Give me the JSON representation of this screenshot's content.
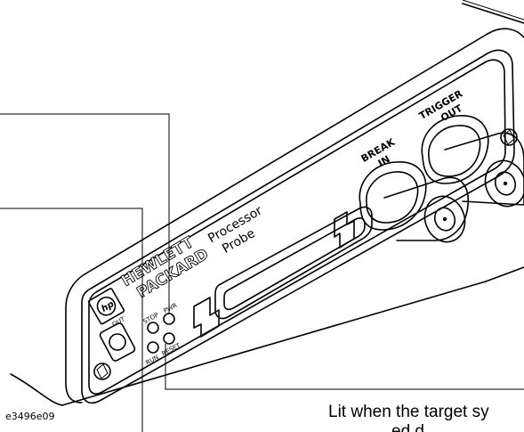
{
  "panel": {
    "product_line1": "Processor",
    "product_line2": "Probe",
    "logo_line1": "HEWLETT",
    "logo_line2": "PACKARD",
    "logo_mark": "hp",
    "connector_break_line1": "BREAK",
    "connector_break_line2": "IN",
    "connector_trigger_line1": "TRIGGER",
    "connector_trigger_line2": "OUT",
    "port_out_label": "OUT",
    "led_stop_label": "STOP",
    "led_pwr_label": "PWR",
    "led_run_label": "RUN",
    "led_reset_label": "RESET"
  },
  "callouts": {
    "reset_callout_line1": "Lit when the target sy",
    "reset_callout_line2": "ed d"
  },
  "figure_id": "e3496e09"
}
